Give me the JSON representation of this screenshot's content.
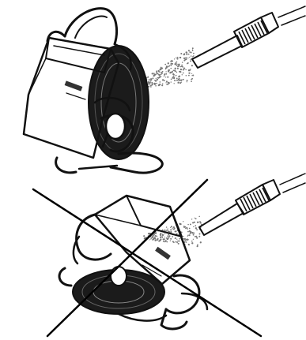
{
  "figure": {
    "panels": [
      {
        "id": "correct",
        "description_icon": "reel-upright-spray-icon",
        "status": "allowed"
      },
      {
        "id": "incorrect",
        "description_icon": "reel-tilted-spray-icon",
        "status": "prohibited",
        "overlay_icon": "cross-out-icon"
      }
    ],
    "colors": {
      "ink": "#111111",
      "background": "#ffffff",
      "reel_fill": "#ffffff",
      "drum_fill": "#1a1a1a"
    }
  }
}
